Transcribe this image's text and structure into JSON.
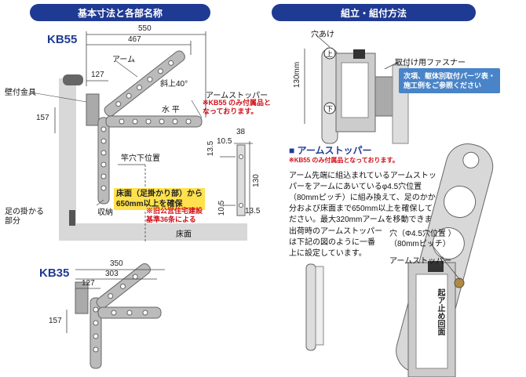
{
  "headers": {
    "left": "基本寸法と各部名称",
    "right": "組立・組付方法"
  },
  "kb55": {
    "model": "KB55",
    "dim_550": "550",
    "dim_467": "467",
    "dim_127": "127",
    "dim_157": "157",
    "dim_38": "38",
    "dim_13_5a": "13.5",
    "dim_10_5a": "10.5",
    "dim_130": "130",
    "dim_10_5b": "10.5",
    "dim_13_5b": "13.5",
    "label_arm": "アーム",
    "label_angle": "斜上40°",
    "label_wall": "壁付金具",
    "label_horizontal": "水 平",
    "label_stopper": "アームストッパー",
    "note_kb55": "※KB55 のみ付属品と\nなっております。",
    "label_screwhole": "竿穴下位置",
    "label_storage": "収納",
    "label_foot": "足の掛かる\n部分",
    "highlight": "床面（足掛かり部）から\n650mm以上を確保",
    "note_law": "※旧公営住宅建設\n基準36条による",
    "label_floor": "床面"
  },
  "kb35": {
    "model": "KB35",
    "dim_350": "350",
    "dim_303": "303",
    "dim_127": "127",
    "dim_157": "157"
  },
  "assembly": {
    "hole": "穴あけ",
    "up": "上",
    "down": "下",
    "dim_130": "130mm",
    "fastener": "取付け用ファスナー",
    "fastener_note": "次項、躯体別取付パーツ表・\n施工例をご参照ください"
  },
  "stopper": {
    "title": "■ アームストッパー",
    "sub": "※KB55 のみ付属品となっております。",
    "body": "アーム先端に組込まれているアームストッ\nパーをアームにあいているφ4.5穴位置\n（80mmピッチ）に組み換えて、足のかかる部\n分および床面まで650mm以上を確保してく\nださい。最大320mmアームを移動できます。",
    "shipping": "出荷時のアームストッパー\nは下記の図のように一番\n上に設定しています。",
    "hole": "穴（Φ4.5穴位置 ）\n（80mmピッチ）",
    "arm_stopper": "アームストッパー",
    "plate": "起ア止め回面"
  },
  "colors": {
    "header": "#1f3a93",
    "red": "#d0101a",
    "highlight": "#ffe14d",
    "panel": "#4a84c8"
  }
}
